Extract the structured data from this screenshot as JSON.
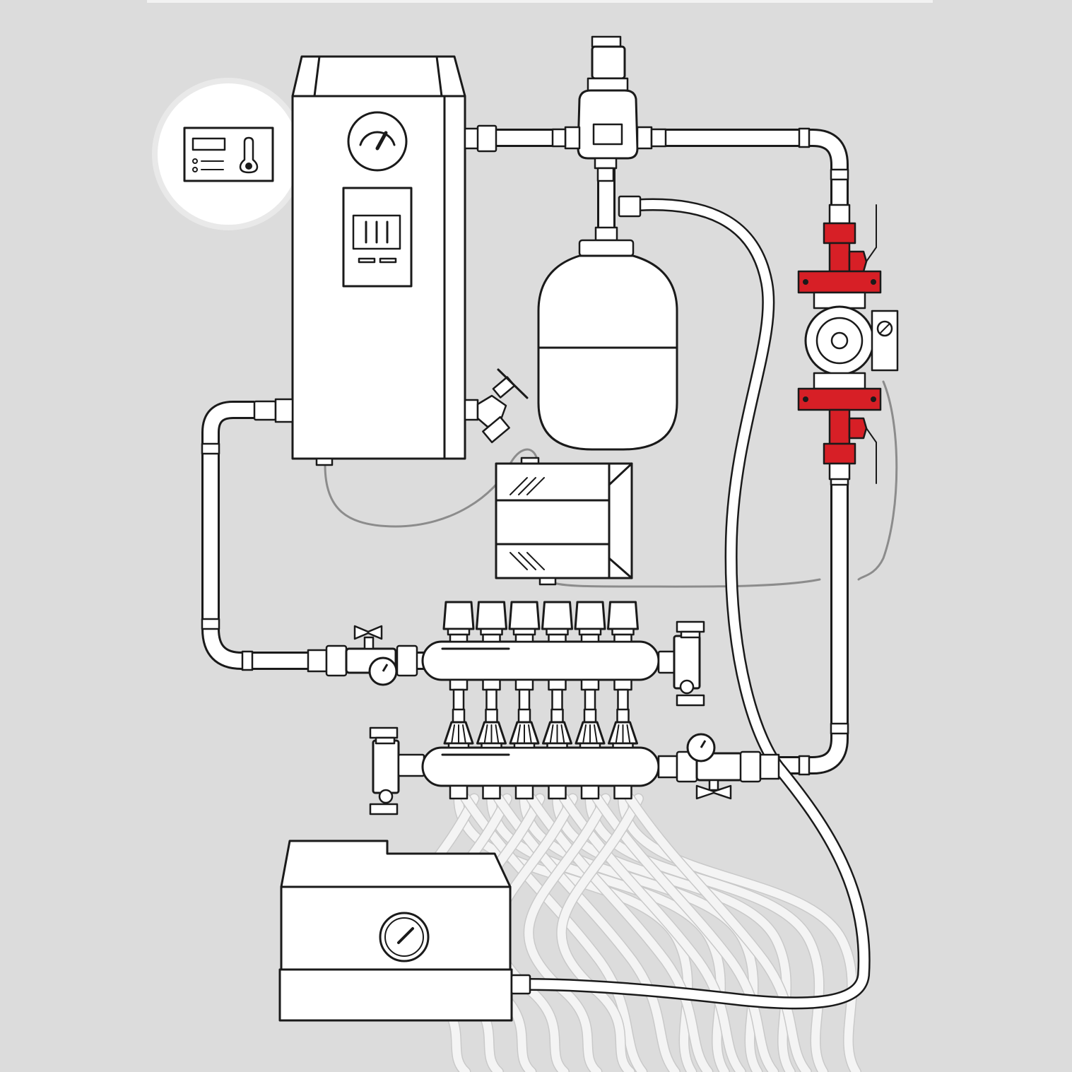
{
  "diagram": {
    "components": [
      {
        "id": "controller-panel",
        "icon": "thermostat-icon"
      },
      {
        "id": "electric-boiler",
        "icon": "pressure-gauge-icon"
      },
      {
        "id": "air-vent-valve"
      },
      {
        "id": "expansion-tank"
      },
      {
        "id": "circulation-pump",
        "accent": "#d71f26"
      },
      {
        "id": "control-box"
      },
      {
        "id": "supply-manifold",
        "loops": 6
      },
      {
        "id": "return-manifold",
        "loops": 6
      },
      {
        "id": "filling-unit",
        "icon": "pressure-gauge-icon"
      },
      {
        "id": "underfloor-heating-loops",
        "count": 6
      }
    ],
    "colors": {
      "background": "#dcdcdc",
      "line": "#1a1a1a",
      "fill": "#ffffff",
      "pump_accent": "#d71f26",
      "wire": "#8c8c8c",
      "floor_loops": "#f4f4f4"
    }
  }
}
